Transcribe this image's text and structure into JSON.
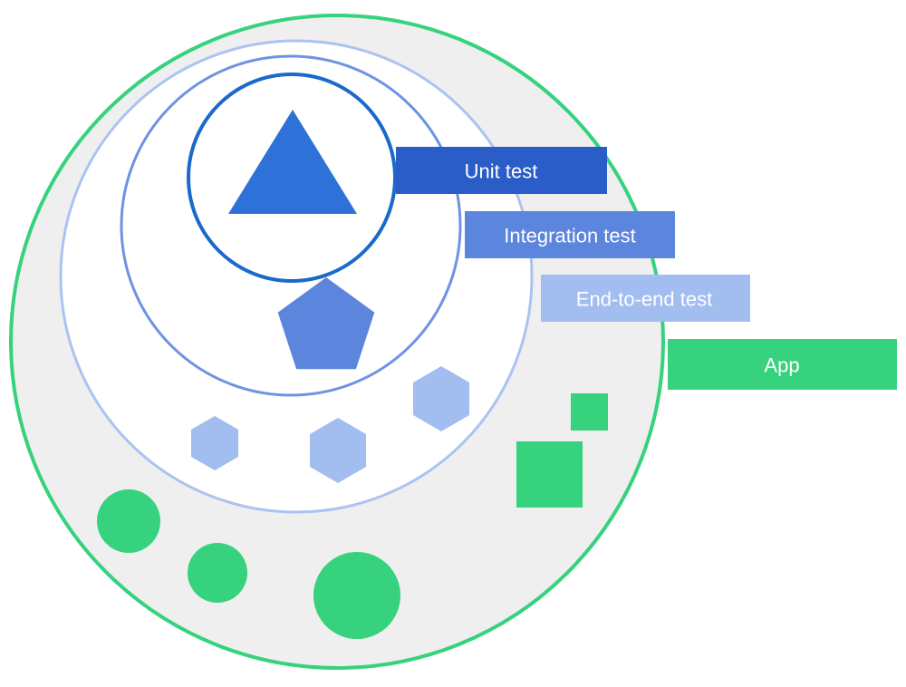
{
  "diagram": {
    "kind": "testing-scope-rings",
    "rings": [
      {
        "name": "unit-test",
        "label": "Unit test"
      },
      {
        "name": "integration-test",
        "label": "Integration test"
      },
      {
        "name": "end-to-end-test",
        "label": "End-to-end test"
      },
      {
        "name": "app",
        "label": "App"
      }
    ]
  },
  "palette": {
    "page_bg": "#ffffff",
    "green": "#36d27d",
    "outer_ring_fill": "#efefef",
    "e2e_ring_fill": "#ffffff",
    "e2e_ring_stroke": "#abc3f3",
    "light_blue": "#a2bdf0",
    "integration_ring_stroke": "#6d93e3",
    "medium_blue": "#5c85de",
    "unit_ring_stroke": "#1b69cb",
    "triangle_blue": "#2e71d9",
    "unit_bar_blue": "#2a5dc8",
    "label_text": "#ffffff",
    "none": "none"
  }
}
